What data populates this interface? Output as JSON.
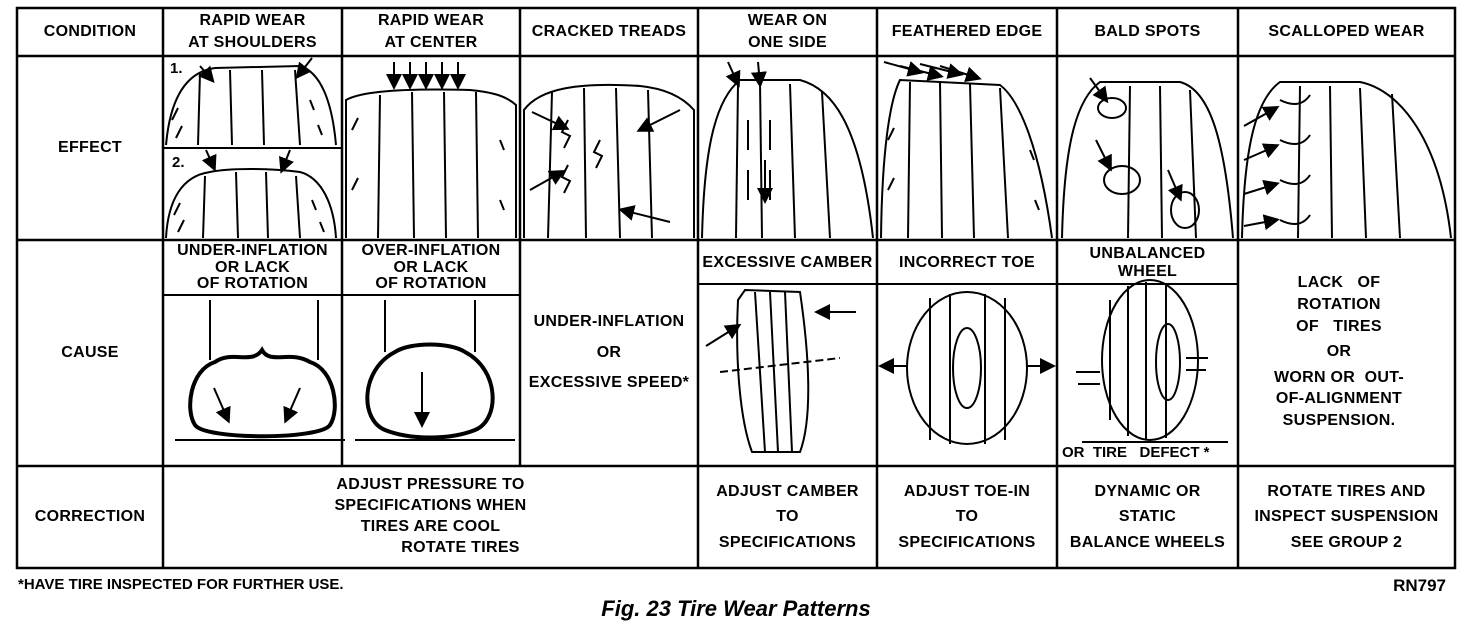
{
  "row_labels": {
    "condition": "CONDITION",
    "effect": "EFFECT",
    "cause": "CAUSE",
    "correction": "CORRECTION"
  },
  "conditions": [
    {
      "lines": [
        "RAPID WEAR",
        "AT  SHOULDERS"
      ]
    },
    {
      "lines": [
        "RAPID WEAR",
        "AT CENTER"
      ]
    },
    {
      "lines": [
        "CRACKED TREADS"
      ]
    },
    {
      "lines": [
        "WEAR ON",
        "ONE SIDE"
      ]
    },
    {
      "lines": [
        "FEATHERED EDGE"
      ]
    },
    {
      "lines": [
        "BALD SPOTS"
      ]
    },
    {
      "lines": [
        "SCALLOPED  WEAR"
      ]
    }
  ],
  "effect_markers": [
    "1.",
    "2."
  ],
  "causes": {
    "underinflation_lack": [
      "UNDER-INFLATION",
      "OR LACK",
      "OF ROTATION"
    ],
    "overinflation_lack": [
      "OVER-INFLATION",
      "OR LACK",
      "OF ROTATION"
    ],
    "cracked": [
      "UNDER-INFLATION",
      "OR",
      "EXCESSIVE SPEED*"
    ],
    "camber": [
      "EXCESSIVE CAMBER"
    ],
    "toe": [
      "INCORRECT TOE"
    ],
    "unbalanced": [
      "UNBALANCED",
      "WHEEL"
    ],
    "unbalanced_bottom": "OR  TIRE   DEFECT *",
    "scalloped": [
      "LACK   OF",
      "ROTATION",
      "OF   TIRES",
      "OR",
      "WORN OR  OUT-",
      "OF-ALIGNMENT",
      "SUSPENSION."
    ]
  },
  "corrections": {
    "pressure": [
      "ADJUST PRESSURE TO",
      "SPECIFICATIONS WHEN",
      "TIRES ARE COOL",
      "ROTATE TIRES"
    ],
    "camber": [
      "ADJUST CAMBER",
      "TO",
      "SPECIFICATIONS"
    ],
    "toe": [
      "ADJUST TOE-IN",
      "TO",
      "SPECIFICATIONS"
    ],
    "balance": [
      "DYNAMIC OR",
      "STATIC",
      "BALANCE WHEELS"
    ],
    "rotate": [
      "ROTATE TIRES AND",
      "INSPECT SUSPENSION",
      "SEE GROUP 2"
    ]
  },
  "footnote": "*HAVE TIRE INSPECTED FOR FURTHER USE.",
  "figure_code": "RN797",
  "caption": "Fig. 23 Tire Wear Patterns"
}
